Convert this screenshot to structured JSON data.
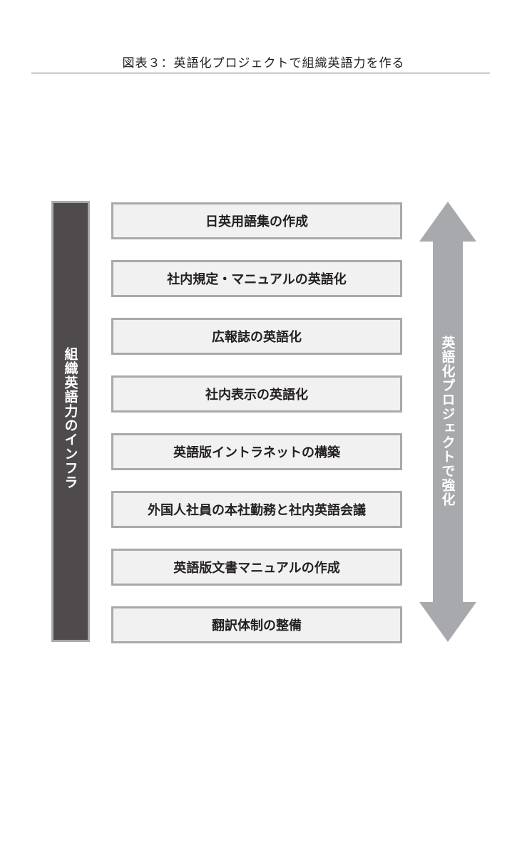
{
  "title": "図表３：英語化プロジェクトで組織英語力を作る",
  "left_label": "組織英語力のインフラ",
  "right_label": "英語化プロジェクトで強化",
  "items": [
    "日英用語集の作成",
    "社内規定・マニュアルの英語化",
    "広報誌の英語化",
    "社内表示の英語化",
    "英語版イントラネットの構築",
    "外国人社員の本社勤務と社内英語会議",
    "英語版文書マニュアルの作成",
    "翻訳体制の整備"
  ],
  "colors": {
    "left_bar": "#4f4b4c",
    "frame_gray": "#a7a9ac",
    "item_fill": "#f1f1f2",
    "arrow": "#a7a9ac"
  }
}
